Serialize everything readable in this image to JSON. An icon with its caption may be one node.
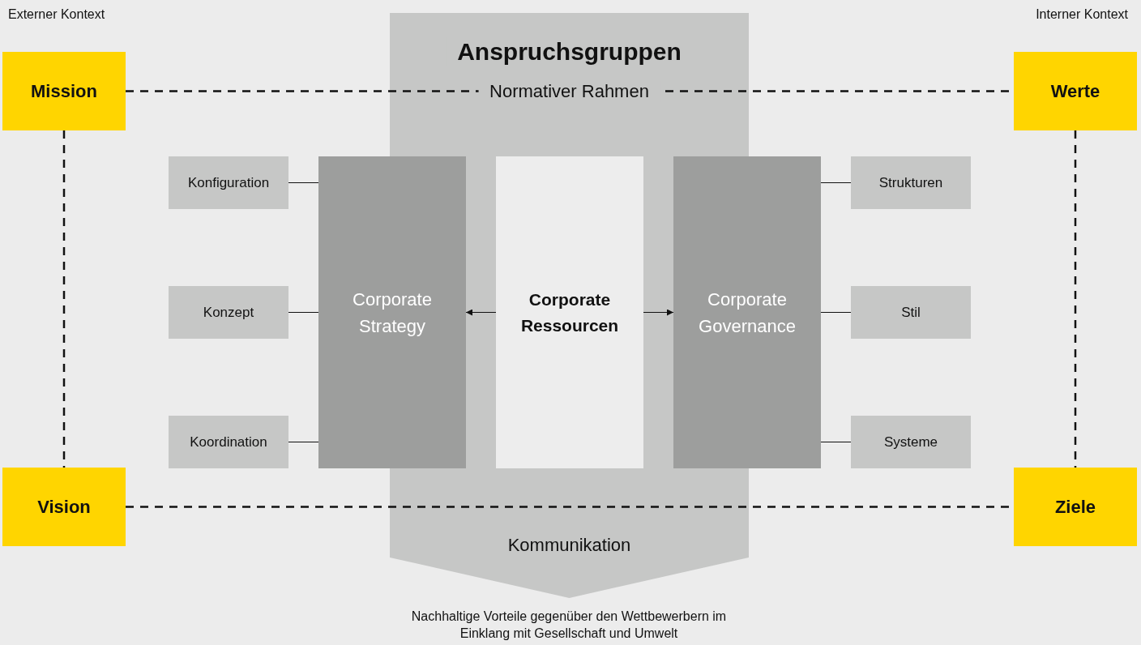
{
  "diagram": {
    "caption": "Nachhaltige Vorteile gegenüber den Wettbewerbern im Einklang mit Gesellschaft und Umwelt",
    "nodes": [
      {
        "text": [
          "Mission"
        ]
      },
      {
        "text": [
          "Anspruchsgruppen",
          "Normativer Rahmen",
          "Kommunikation"
        ]
      },
      {
        "text": [
          "Werte"
        ]
      },
      {
        "text": [
          "Konfiguration"
        ]
      },
      {
        "text": [
          "Corporate Strategy"
        ]
      },
      {
        "text": [
          "Corporate Ressourcen"
        ],
        "in": 1
      },
      {
        "text": [
          "Corporate Governance"
        ]
      },
      {
        "text": [
          "Strukturen"
        ]
      },
      {
        "text": [
          "Konzept"
        ]
      },
      {
        "text": [
          "Stil"
        ]
      },
      {
        "text": [
          "Koordination"
        ]
      },
      {
        "text": [
          "Systeme"
        ]
      },
      {
        "text": [
          "Vision"
        ]
      },
      {
        "text": [
          "Ziele"
        ]
      }
    ],
    "edges": [
      {
        "from": 0,
        "to": 2,
        "arrow": "none",
        "style": "dashed"
      },
      {
        "from": 0,
        "to": 12,
        "arrow": "none",
        "style": "dashed"
      },
      {
        "from": 2,
        "to": 13,
        "arrow": "none",
        "style": "dashed"
      },
      {
        "from": 12,
        "to": 13,
        "arrow": "none",
        "style": "dashed"
      },
      {
        "from": 5,
        "to": 4,
        "arrow": "to"
      },
      {
        "from": 5,
        "to": 6,
        "arrow": "to"
      },
      {
        "from": 3,
        "to": 4,
        "arrow": "none"
      },
      {
        "from": 8,
        "to": 4,
        "arrow": "none"
      },
      {
        "from": 10,
        "to": 4,
        "arrow": "none"
      },
      {
        "from": 6,
        "to": 7,
        "arrow": "none"
      },
      {
        "from": 6,
        "to": 9,
        "arrow": "none"
      },
      {
        "from": 6,
        "to": 11,
        "arrow": "none"
      }
    ],
    "labels": [
      "Externer Kontext",
      "Interner Kontext"
    ]
  }
}
